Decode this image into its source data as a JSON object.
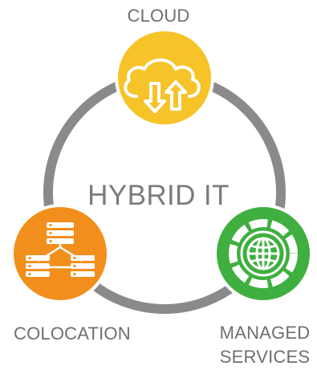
{
  "title": "HYBRID IT",
  "nodes": {
    "cloud": {
      "label": "CLOUD",
      "color": "#f6c329",
      "icon": "cloud-sync-icon"
    },
    "colocation": {
      "label": "COLOCATION",
      "color": "#f28f1c",
      "icon": "server-network-icon"
    },
    "managed": {
      "label_line1": "MANAGED",
      "label_line2": "SERVICES",
      "color": "#3faf3f",
      "icon": "globe-gear-icon"
    }
  },
  "ring_color": "#8a8a8a",
  "text_color": "#6f6f6f"
}
